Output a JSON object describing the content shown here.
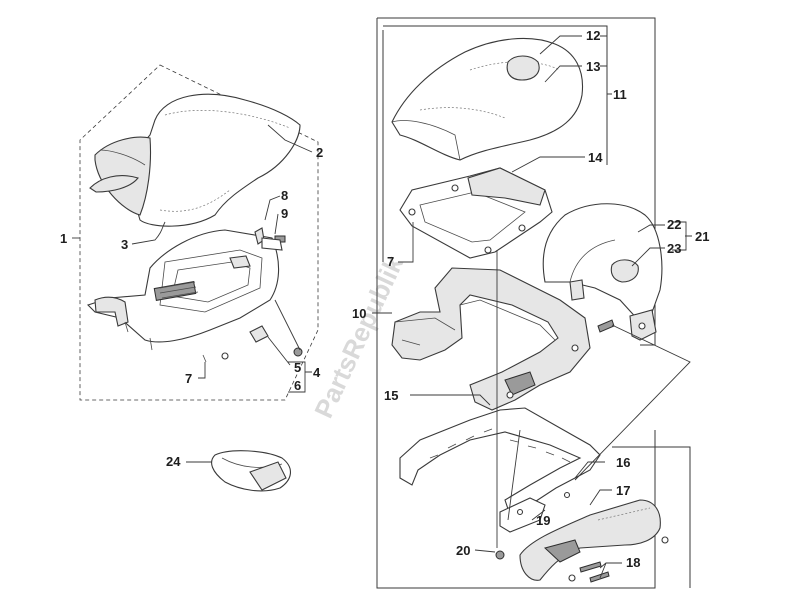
{
  "watermark_text": "PartsRepublik",
  "callouts": {
    "c1": "1",
    "c2": "2",
    "c3": "3",
    "c4": "4",
    "c5": "5",
    "c6": "6",
    "c7a": "7",
    "c7b": "7",
    "c8": "8",
    "c9": "9",
    "c10": "10",
    "c11": "11",
    "c12": "12",
    "c13": "13",
    "c14": "14",
    "c15": "15",
    "c16": "16",
    "c17": "17",
    "c18": "18",
    "c19": "19",
    "c20": "20",
    "c21": "21",
    "c22": "22",
    "c23": "23",
    "c24": "24"
  }
}
